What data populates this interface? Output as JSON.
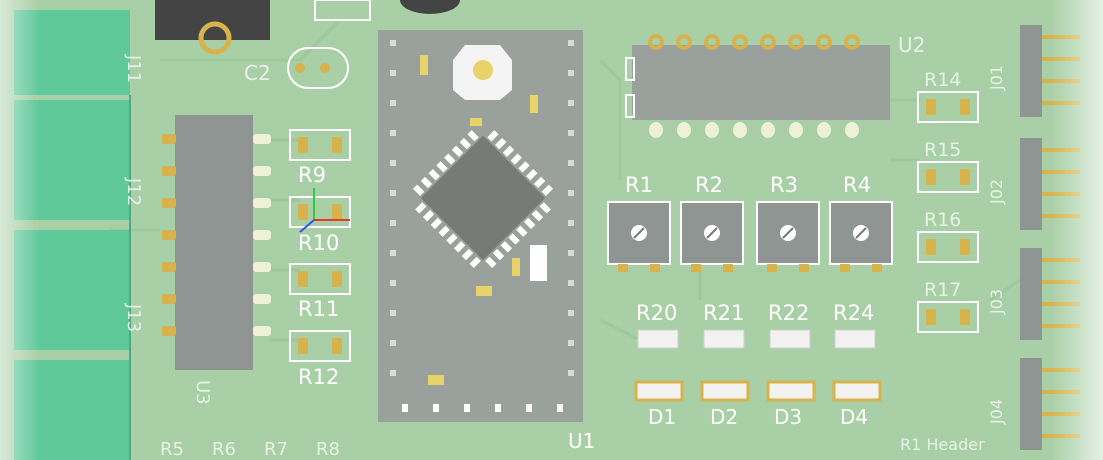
{
  "labels": {
    "j_left": [
      "J11",
      "J12",
      "J13"
    ],
    "c2": "C2",
    "r9": "R9",
    "r10": "R10",
    "r11": "R11",
    "r12": "R12",
    "u3": "U3",
    "u1": "U1",
    "u2": "U2",
    "r1": "R1",
    "r2": "R2",
    "r3": "R3",
    "r4": "R4",
    "r14": "R14",
    "r15": "R15",
    "r16": "R16",
    "r17": "R17",
    "r20": "R20",
    "r21": "R21",
    "r22": "R22",
    "r24": "R24",
    "d1": "D1",
    "d2": "D2",
    "d3": "D3",
    "d4": "D4",
    "r5": "R5",
    "r6": "R6",
    "r7": "R7",
    "r8": "R8",
    "j_right": [
      "J01",
      "J02",
      "J03",
      "J04"
    ],
    "bottom_right": "R1 Header"
  },
  "colors": {
    "board": "#a9cfa6",
    "terminal": "#5fc99a",
    "copper": "#d8b24a",
    "package": "#9aa09c"
  }
}
